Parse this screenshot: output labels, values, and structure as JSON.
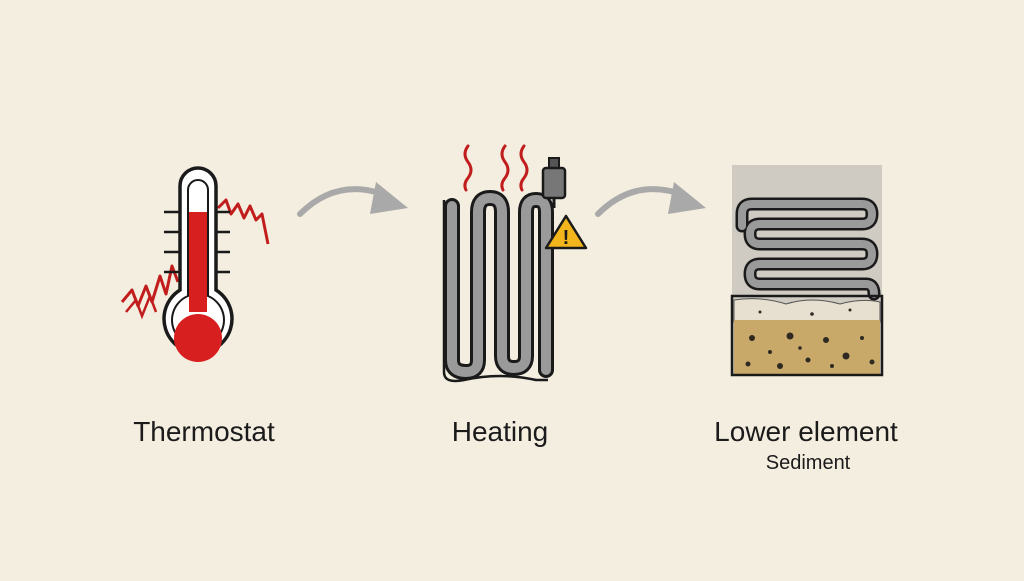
{
  "steps": [
    {
      "icon": "thermometer-icon",
      "label": "Thermostat"
    },
    {
      "icon": "heating-element-icon",
      "label": "Heating"
    },
    {
      "icon": "sediment-tank-icon",
      "label": "Lower element",
      "sublabel": "Sediment"
    }
  ],
  "colors": {
    "background": "#f4eee0",
    "mercury": "#d81f1f",
    "zigzag": "#c21d1d",
    "element": "#9a9a9a",
    "outline": "#1a1a1a",
    "arrow": "#a9a9a9",
    "warning": "#f2b51c",
    "sediment": "#c9a96a",
    "tank": "#cfcac2"
  },
  "warning_symbol": "!"
}
